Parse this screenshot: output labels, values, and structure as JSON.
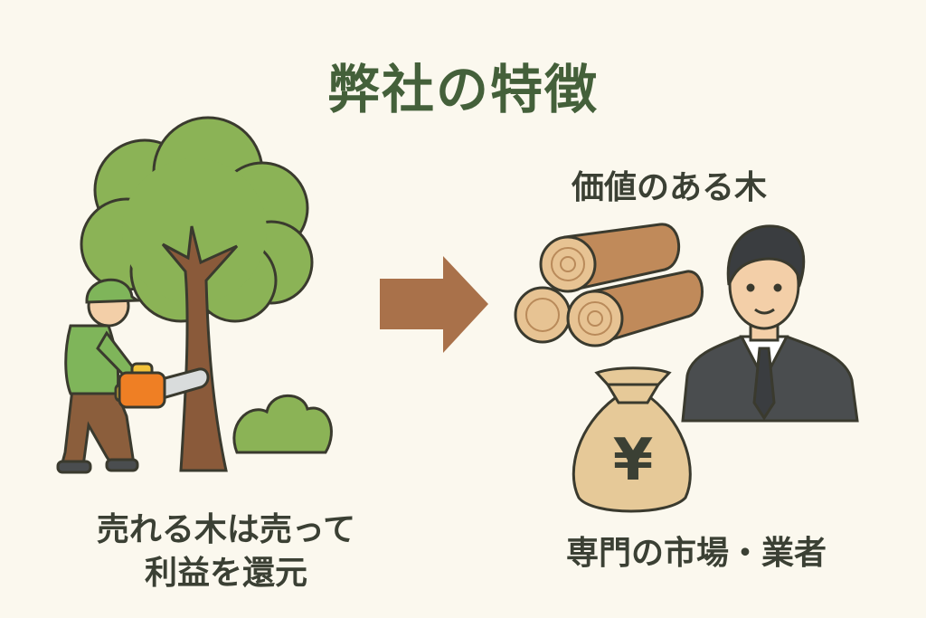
{
  "title": "弊社の特徴",
  "left_caption": {
    "line1": "売れる木は売って",
    "line2": "利益を還元"
  },
  "right_top_label": "価値のある木",
  "right_bottom_label": "専門の市場・業者",
  "money_symbol": "¥",
  "colors": {
    "background": "#fbf8ee",
    "title": "#44603a",
    "text": "#3b4034",
    "arrow": "#a9714a",
    "foliage": "#8bb356",
    "trunk": "#8a5a3a",
    "wood": "#e2b98a",
    "suit": "#4a4d4f"
  },
  "icons": [
    "tree-icon",
    "worker-icon",
    "chainsaw-icon",
    "bush-icon",
    "arrow-right-icon",
    "logs-icon",
    "businessman-icon",
    "money-bag-icon"
  ]
}
